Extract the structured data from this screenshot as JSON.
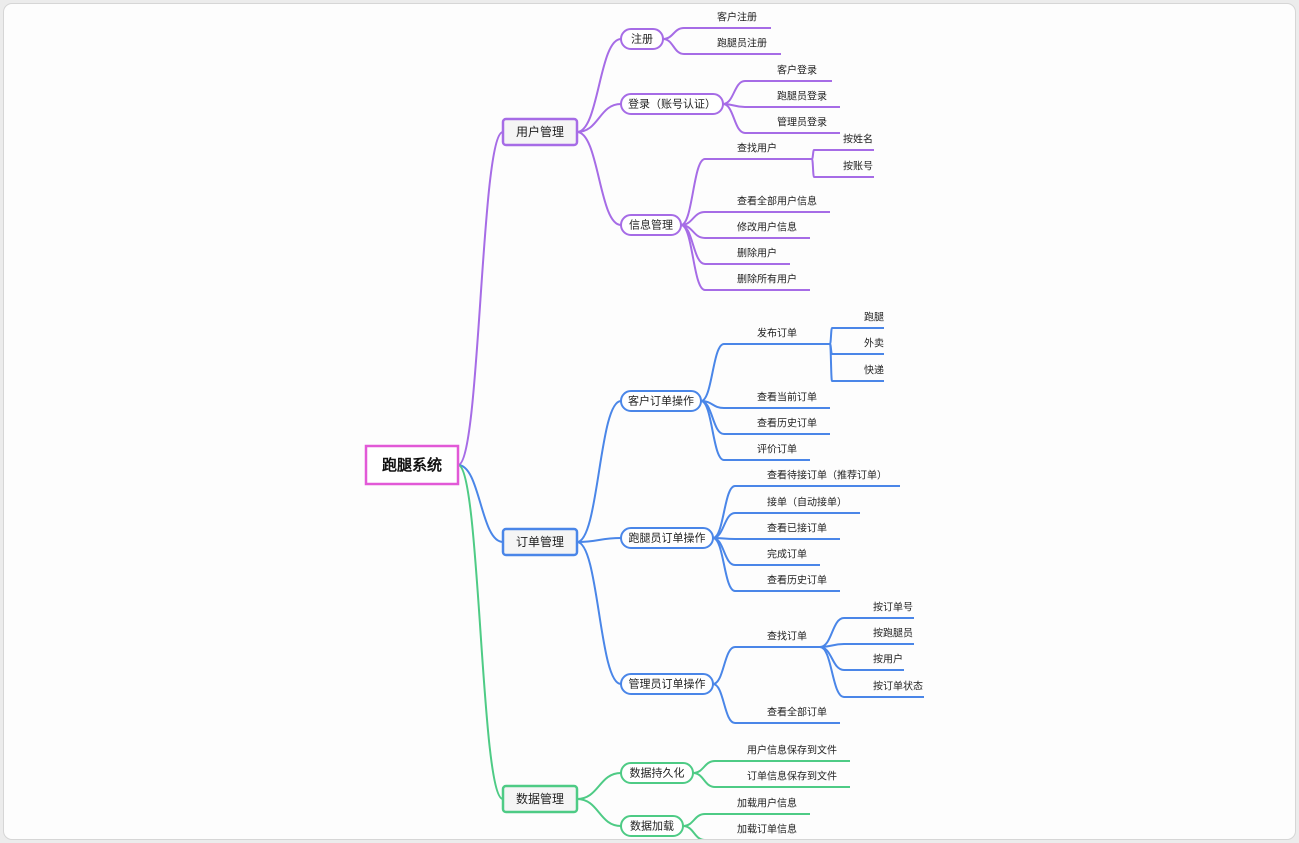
{
  "root": {
    "label": "跑腿系统"
  },
  "colors": {
    "root": "#e259d7",
    "user": "#a66ce6",
    "order": "#4a86e8",
    "data": "#4ecb85"
  },
  "branches": {
    "user": {
      "label": "用户管理",
      "register": {
        "label": "注册",
        "items": [
          "客户注册",
          "跑腿员注册"
        ]
      },
      "login": {
        "label": "登录（账号认证）",
        "items": [
          "客户登录",
          "跑腿员登录",
          "管理员登录"
        ]
      },
      "info": {
        "label": "信息管理",
        "find": {
          "label": "查找用户",
          "items": [
            "按姓名",
            "按账号"
          ]
        },
        "items": [
          "查看全部用户信息",
          "修改用户信息",
          "删除用户",
          "删除所有用户"
        ]
      }
    },
    "order": {
      "label": "订单管理",
      "customer": {
        "label": "客户订单操作",
        "publish": {
          "label": "发布订单",
          "items": [
            "跑腿",
            "外卖",
            "快递"
          ]
        },
        "items": [
          "查看当前订单",
          "查看历史订单",
          "评价订单"
        ]
      },
      "runner": {
        "label": "跑腿员订单操作",
        "items": [
          "查看待接订单（推荐订单）",
          "接单（自动接单）",
          "查看已接订单",
          "完成订单",
          "查看历史订单"
        ]
      },
      "admin": {
        "label": "管理员订单操作",
        "find": {
          "label": "查找订单",
          "items": [
            "按订单号",
            "按跑腿员",
            "按用户",
            "按订单状态"
          ]
        },
        "items": [
          "查看全部订单"
        ]
      }
    },
    "data": {
      "label": "数据管理",
      "persist": {
        "label": "数据持久化",
        "items": [
          "用户信息保存到文件",
          "订单信息保存到文件"
        ]
      },
      "load": {
        "label": "数据加载",
        "items": [
          "加载用户信息",
          "加载订单信息"
        ]
      }
    }
  }
}
